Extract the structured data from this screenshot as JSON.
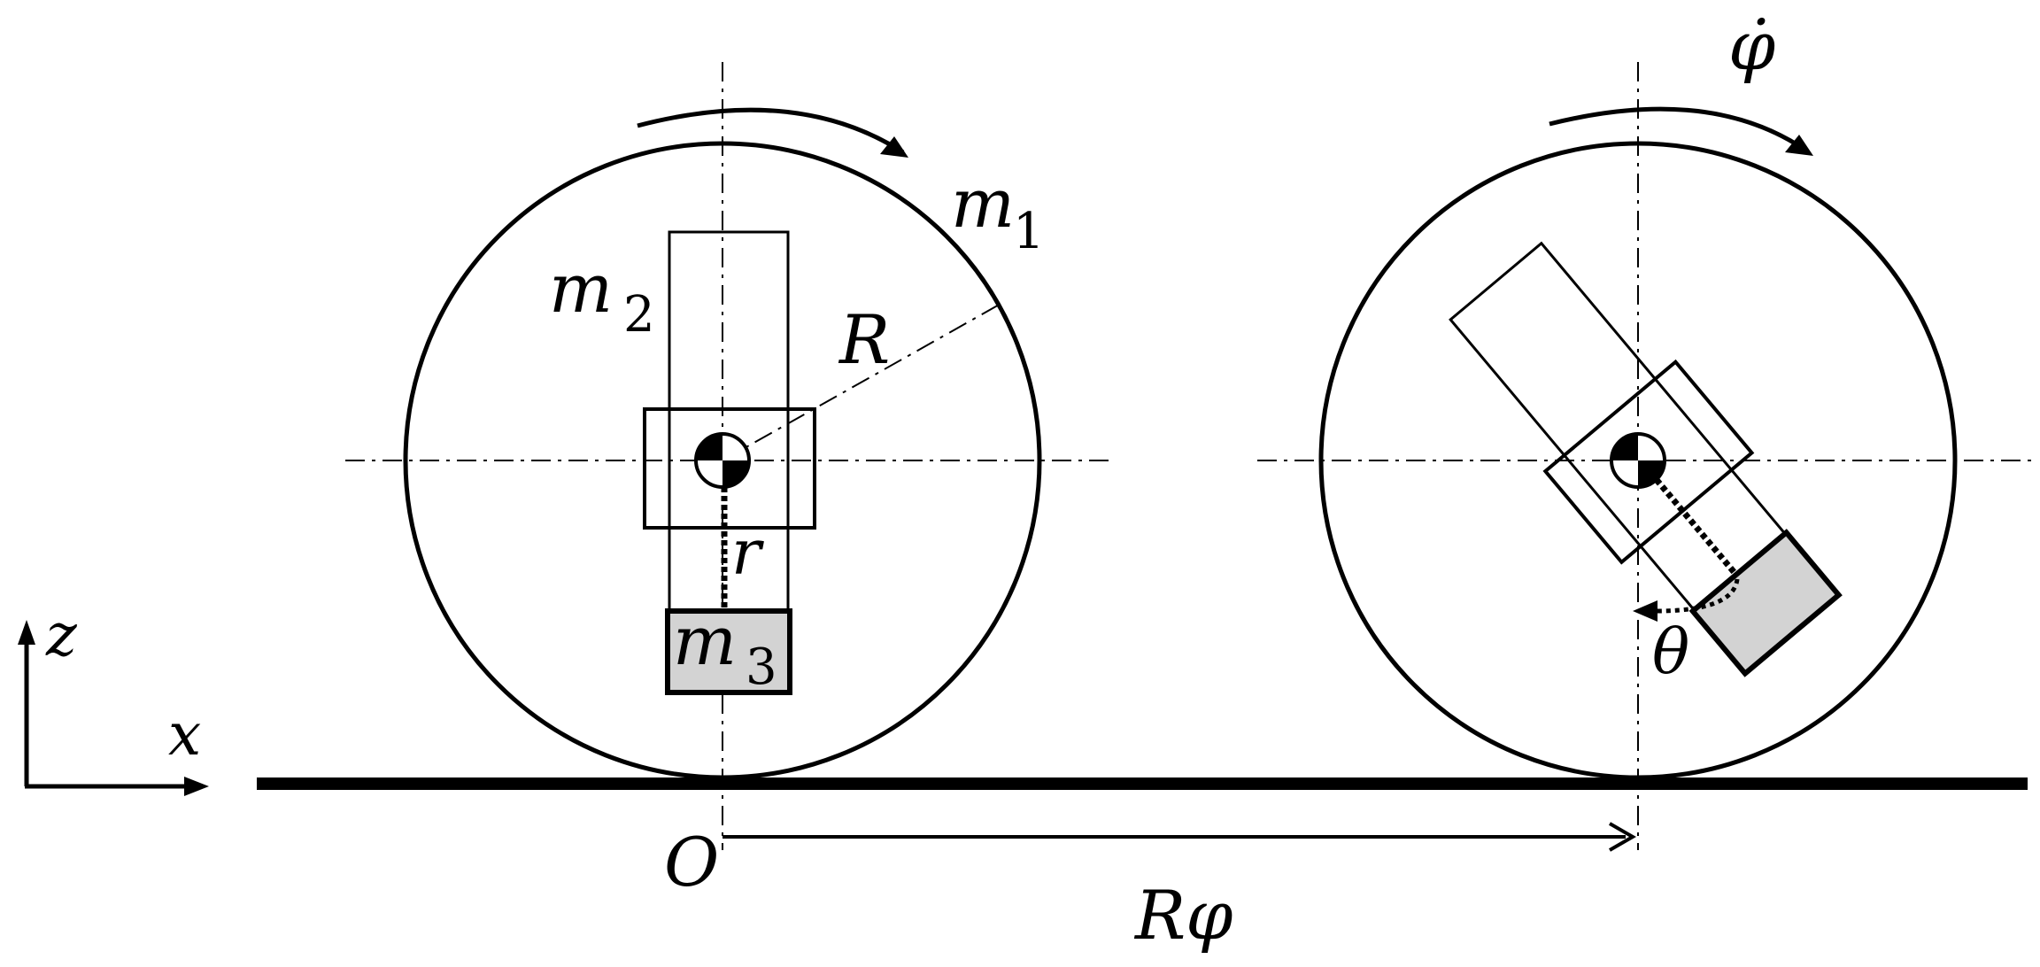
{
  "labels": {
    "m1": "m",
    "m1_sub": "1",
    "m2": "m",
    "m2_sub": "2",
    "m3": "m",
    "m3_sub": "3",
    "R": "R",
    "r": "r",
    "theta": "θ",
    "phi_dot": "φ̇",
    "z": "z",
    "x": "x",
    "O": "O",
    "R_phi": "Rφ"
  },
  "colors": {
    "stroke": "#000000",
    "mass_fill": "#d3d3d3",
    "background": "#ffffff"
  }
}
